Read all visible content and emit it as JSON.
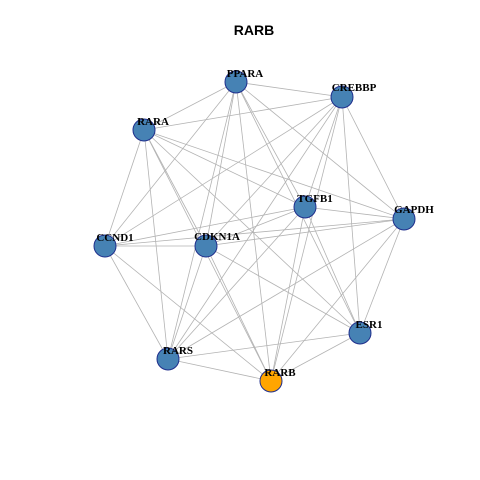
{
  "title": "RARB",
  "colors": {
    "default_node": "#4682b4",
    "highlight_node": "#ffa500",
    "edge": "#b3b3b3",
    "node_border": "#1f2e8c"
  },
  "nodes": [
    {
      "id": "PPARA",
      "highlight": false
    },
    {
      "id": "CREBBP",
      "highlight": false
    },
    {
      "id": "RARA",
      "highlight": false
    },
    {
      "id": "TGFB1",
      "highlight": false
    },
    {
      "id": "GAPDH",
      "highlight": false
    },
    {
      "id": "CCND1",
      "highlight": false
    },
    {
      "id": "CDKN1A",
      "highlight": false
    },
    {
      "id": "ESR1",
      "highlight": false
    },
    {
      "id": "RARS",
      "highlight": false
    },
    {
      "id": "RARB",
      "highlight": true
    }
  ],
  "edges": [
    [
      "PPARA",
      "CREBBP"
    ],
    [
      "PPARA",
      "RARA"
    ],
    [
      "PPARA",
      "TGFB1"
    ],
    [
      "PPARA",
      "GAPDH"
    ],
    [
      "PPARA",
      "CCND1"
    ],
    [
      "PPARA",
      "CDKN1A"
    ],
    [
      "PPARA",
      "ESR1"
    ],
    [
      "PPARA",
      "RARS"
    ],
    [
      "PPARA",
      "RARB"
    ],
    [
      "CREBBP",
      "RARA"
    ],
    [
      "CREBBP",
      "TGFB1"
    ],
    [
      "CREBBP",
      "GAPDH"
    ],
    [
      "CREBBP",
      "CCND1"
    ],
    [
      "CREBBP",
      "CDKN1A"
    ],
    [
      "CREBBP",
      "ESR1"
    ],
    [
      "CREBBP",
      "RARS"
    ],
    [
      "CREBBP",
      "RARB"
    ],
    [
      "RARA",
      "TGFB1"
    ],
    [
      "RARA",
      "GAPDH"
    ],
    [
      "RARA",
      "CCND1"
    ],
    [
      "RARA",
      "CDKN1A"
    ],
    [
      "RARA",
      "ESR1"
    ],
    [
      "RARA",
      "RARS"
    ],
    [
      "RARA",
      "RARB"
    ],
    [
      "TGFB1",
      "GAPDH"
    ],
    [
      "TGFB1",
      "CCND1"
    ],
    [
      "TGFB1",
      "CDKN1A"
    ],
    [
      "TGFB1",
      "ESR1"
    ],
    [
      "TGFB1",
      "RARS"
    ],
    [
      "TGFB1",
      "RARB"
    ],
    [
      "GAPDH",
      "CCND1"
    ],
    [
      "GAPDH",
      "CDKN1A"
    ],
    [
      "GAPDH",
      "ESR1"
    ],
    [
      "GAPDH",
      "RARS"
    ],
    [
      "GAPDH",
      "RARB"
    ],
    [
      "CCND1",
      "CDKN1A"
    ],
    [
      "CCND1",
      "RARS"
    ],
    [
      "CCND1",
      "RARB"
    ],
    [
      "CDKN1A",
      "ESR1"
    ],
    [
      "CDKN1A",
      "RARS"
    ],
    [
      "CDKN1A",
      "RARB"
    ],
    [
      "ESR1",
      "RARS"
    ],
    [
      "ESR1",
      "RARB"
    ],
    [
      "RARS",
      "RARB"
    ]
  ]
}
